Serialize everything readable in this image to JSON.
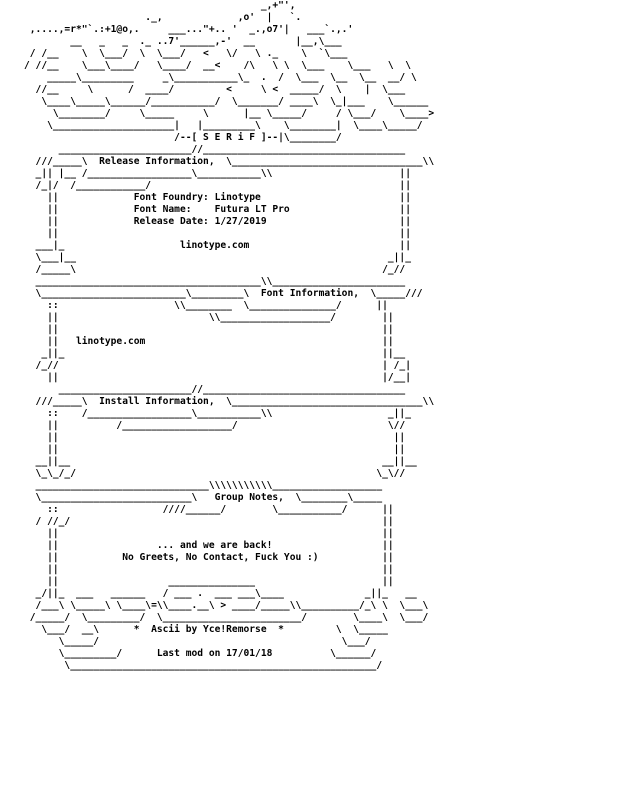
{
  "nfo": {
    "lines": [
      "                                         _,+\"',",
      "                     ._,             ,o'  |   `.",
      " ,....,=r*\"`.:+1@o,.     ___...\"+.. '  _.,o7'|   ___`.,.'",
      "        __   _   _  ._ ..7'______,-'  __       |__,\\___",
      " / /__    \\  \\___/  \\  \\___/   <   \\/   \\ ._    \\  `\\___",
      "/ //__    \\___\\____/   \\____/  __<    /\\   \\ \\  \\___    \\___   \\  \\",
      "    _____\\_________     _\\___________\\_  .  /  \\___  \\__  \\__  __/ \\",
      "  //__     \\      /  ____/         <     \\ <  _____/  \\    |  \\___",
      "   \\____\\_____\\______/___________/  \\_______/ ____\\  \\_|___    \\______",
      "     \\________/     \\_____     \\      |__ \\_____/     / \\___/    \\____>",
      "    \\_____________________|   |_________\\    \\________|  \\____\\_____/",
      "                          /--[ S E R i F ]--|\\________/",
      "      _______________________//___________________________________",
      "  ///_____\\  Release Information,  \\_________________________________\\\\",
      "  _|| |__ /__________________\\___________\\\\                      ||",
      "  /_|/  /____________/                                           ||",
      "    ||             Font Foundry: Linotype                        ||",
      "    ||             Font Name:    Futura LT Pro                   ||",
      "    ||             Release Date: 1/27/2019                       ||",
      "    ||                                                           ||",
      "  ___|_                    linotype.com                          ||",
      "  \\___|__                                                      _||_",
      "  /_____\\                                                     /_//",
      "  _______________________________________\\\\_______________________",
      "  \\_________________________\\_________\\  Font Information,  \\_____///",
      "    ::                    \\\\________  \\_______________/      ||",
      "    ||                          \\\\___________________/        ||",
      "    ||                                                        ||",
      "    ||   linotype.com                                         ||",
      "   _||_                                                       ||__",
      "  /_//                                                        | /_|",
      "    ||                                                        |/__|",
      "      _______________________//___________________________________",
      "  ///_____\\  Install Information,  \\_________________________________\\\\",
      "    ::    /__________________\\___________\\\\                    _||_",
      "    ||          /___________________/                          \\//",
      "    ||                                                          ||",
      "    ||                                                          ||",
      "  __||__                                                      __||__",
      "  \\_\\_/_/                                                    \\_\\//",
      "  ______________________________\\\\\\\\\\\\\\\\\\\\\\___________________",
      "  \\__________________________\\   Group Notes,  \\________\\_____",
      "    ::                  ////______/        \\___________/      ||",
      "  / //_/                                                      ||",
      "    ||                                                        ||",
      "    ||                 ... and we are back!                   ||",
      "    ||           No Greets, No Contact, Fuck You :)           ||",
      "    ||                                                        ||",
      "    ||                   _______________                      ||",
      "  _/||_  ___   ______   / ___ .  ___ ___\\____              _||_   __",
      "  /___\\ \\_____\\ \\____\\=\\\\____.__\\ > ____/_____\\\\__________/_\\ \\  \\___\\",
      " /_____/  \\_________/  \\________________________/        \\____\\  \\___/",
      "   \\___/  __\\      *  Ascii by Yce!Remorse  *         \\  \\_____",
      "      \\_____/                                          \\___/",
      "      \\_________/      Last mod on 17/01/18          \\______/",
      "       \\_____________________________________________________/"
    ]
  }
}
